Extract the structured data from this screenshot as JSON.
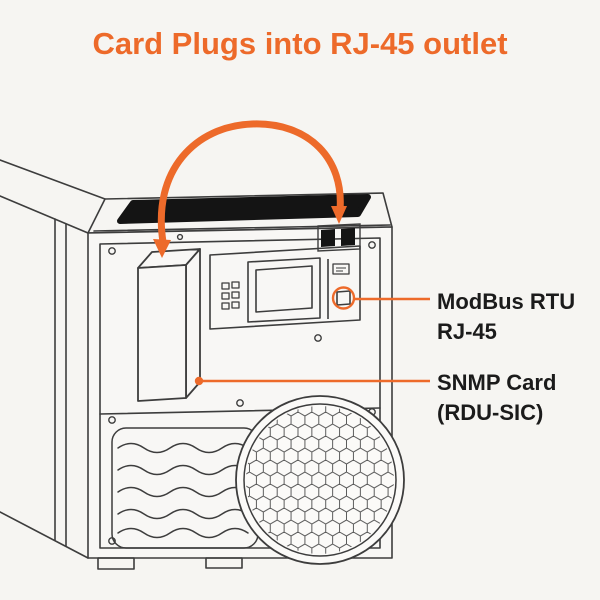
{
  "title": "Card Plugs into RJ-45 outlet",
  "labels": {
    "modbus": {
      "line1": "ModBus RTU",
      "line2": "RJ-45"
    },
    "snmp": {
      "line1": "SNMP Card",
      "line2": "(RDU-SIC)"
    }
  },
  "icons": {
    "arrow": "curved-plug-in-arrow",
    "ports": "rj45-outlet-pair",
    "card": "snmp-card-3d-box",
    "grille": "hex-mesh-fan-grille"
  },
  "colors": {
    "accent": "#ED6A2A",
    "line": "#3d3d3d",
    "background": "#f6f5f2",
    "slot_fill": "#141414",
    "text": "#1b1b1b"
  }
}
